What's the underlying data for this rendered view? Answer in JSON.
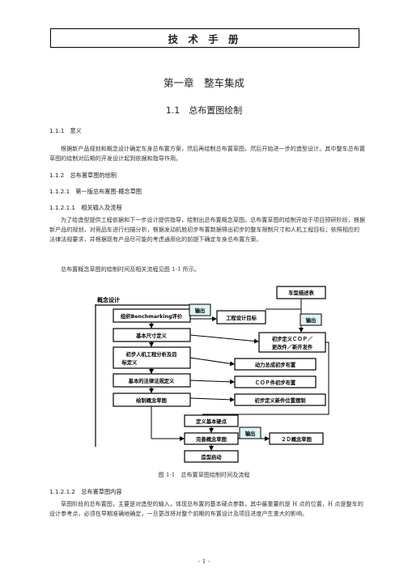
{
  "header": "技 术 手 册",
  "chapter_title": "第一章　整车集成",
  "section_title": "1.1　总布置图绘制",
  "h_1_1_1": "1.1.1　意义",
  "p1": "根据新产品规划和概念设计确定车身总布置方案，然后再绘制总布置草图，然后开始进一步的造型设计。其中整车总布置草图的绘制对后期的开发设计起到依据和指导作用。",
  "h_1_1_2": "1.1.2　总布置草图的绘制",
  "h_1_1_2_1": "1.1.2.1　第一版总布置图-概念草图",
  "h_1_1_2_1_1": "1.1.2.1.1　相关输入及流程",
  "p2": "为了给造型提供工程依据和下一步设计提供指导，绘制出总布置概念草图。总布置草图的绘制开始于项目预研阶段，根据新产品的规划，对竞品车进行扫描分析，根据发动机舱初步布置数据得出初步的整车限制尺寸和人机工程目标；依照相应的法律法规要求，并根据现有产品尽可能的考虑通用化的前提下确定车身总布置方案。",
  "p3": "总布置概念草图的绘制时间及相关流程见图 1-1 所示。",
  "flow": {
    "concept_label": "概念设计",
    "b1": "组织Benchmarking评价",
    "b2": "基本尺寸定义",
    "b3a": "初步人机工程分析及目",
    "b3b": "标定义",
    "b4": "基本的法律法规定义",
    "b5": "绘制概念草图",
    "out1": "输出",
    "eng": "工程设计目标",
    "car": "车型描述表",
    "out2": "输出",
    "cop_a": "初步定义ＣＯＰ／",
    "cop_b": "更改件／新开发件",
    "power": "动力总成初步布置",
    "copb": "ＣＯＰ件初步布置",
    "newp": "初步定义新件位置摆制",
    "hard": "定义基本硬点",
    "sketch": "完善概念草图",
    "out3": "输出",
    "twod": "２Ｄ概念草图",
    "start": "造型启动"
  },
  "caption": "图 1-1　总布置草图绘制时间及流程",
  "h_1_1_2_1_2": "1.1.2.1.2　总布置草图内容",
  "p4": "草图阶段的总布置图，主要是对造型的输入，体现总布置的基本硬点参数，其中最重要的是 H 点的位置，H 点是整车的设计参考点，必须在早期准确地确定，一旦更改将对整个前期的布置设计及项目进度产生重大的影响。",
  "page_number": "- 1 -"
}
